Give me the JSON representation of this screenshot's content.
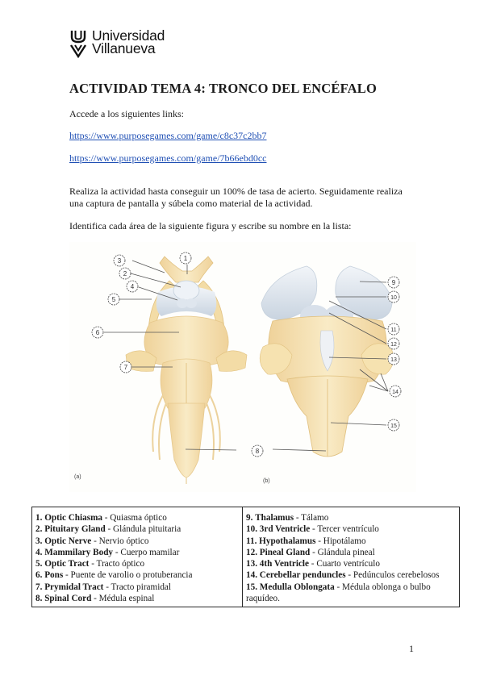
{
  "header": {
    "logo": {
      "line1": "Universidad",
      "line2": "Villanueva",
      "icon": "university-logo-icon"
    }
  },
  "document": {
    "title": "ACTIVIDAD TEMA 4:  TRONCO DEL ENCÉFALO",
    "intro": "Accede a los siguientes links:",
    "links": [
      "https://www.purposegames.com/game/c8c37c2bb7",
      "https://www.purposegames.com/game/7b66ebd0cc"
    ],
    "instructions_line1": "Realiza la actividad hasta conseguir un 100% de tasa de acierto. Seguidamente realiza",
    "instructions_line2": "una captura de pantalla y súbela como material de la actividad.",
    "identify_prompt": "Identifica cada área de la siguiente figura y escribe su nombre en la lista:",
    "page_number": "1"
  },
  "figure": {
    "panel_a_label": "(a)",
    "panel_b_label": "(b)",
    "colors": {
      "tissue": "#f6e2b0",
      "tissue_dark": "#e8c98a",
      "bluish": "#dfe6ee",
      "bluish_dark": "#c2cedb",
      "line": "#555555"
    },
    "callouts_a": [
      "1",
      "2",
      "3",
      "4",
      "5",
      "6",
      "7",
      "8"
    ],
    "callouts_b": [
      "9",
      "10",
      "11",
      "12",
      "13",
      "14",
      "15"
    ]
  },
  "table": {
    "left": [
      {
        "num": "1.",
        "term": "Optic Chiasma",
        "translation": " - Quiasma óptico"
      },
      {
        "num": "2.",
        "term": "Pituitary Gland",
        "translation": " - Glándula pituitaria"
      },
      {
        "num": "3.",
        "term": "Optic Nerve",
        "translation": " - Nervio óptico"
      },
      {
        "num": "4.",
        "term": "Mammilary Body",
        "translation": " - Cuerpo mamilar"
      },
      {
        "num": "5.",
        "term": "Optic Tract",
        "translation": " - Tracto óptico"
      },
      {
        "num": "6.",
        "term": "Pons",
        "translation": " - Puente de varolio o protuberancia"
      },
      {
        "num": "7.",
        "term": "Prymidal Tract",
        "translation": " - Tracto piramidal"
      },
      {
        "num": "8.",
        "term": "Spinal Cord",
        "translation": " - Médula espinal"
      }
    ],
    "right": [
      {
        "num": "9.",
        "term": "Thalamus",
        "translation": " - Tálamo"
      },
      {
        "num": "10.",
        "term": "3rd Ventricle",
        "translation": " - Tercer ventrículo"
      },
      {
        "num": "11.",
        "term": "Hypothalamus",
        "translation": " - Hipotálamo"
      },
      {
        "num": "12.",
        "term": "Pineal Gland",
        "translation": " - Glándula pineal"
      },
      {
        "num": "13.",
        "term": "4th Ventricle",
        "translation": " - Cuarto ventrículo"
      },
      {
        "num": "14.",
        "term": "Cerebellar penduncles",
        "translation": " - Pedúnculos cerebelosos"
      },
      {
        "num": "15.",
        "term": "Medulla Oblongata",
        "translation": " - Médula oblonga o bulbo raquídeo."
      }
    ]
  }
}
